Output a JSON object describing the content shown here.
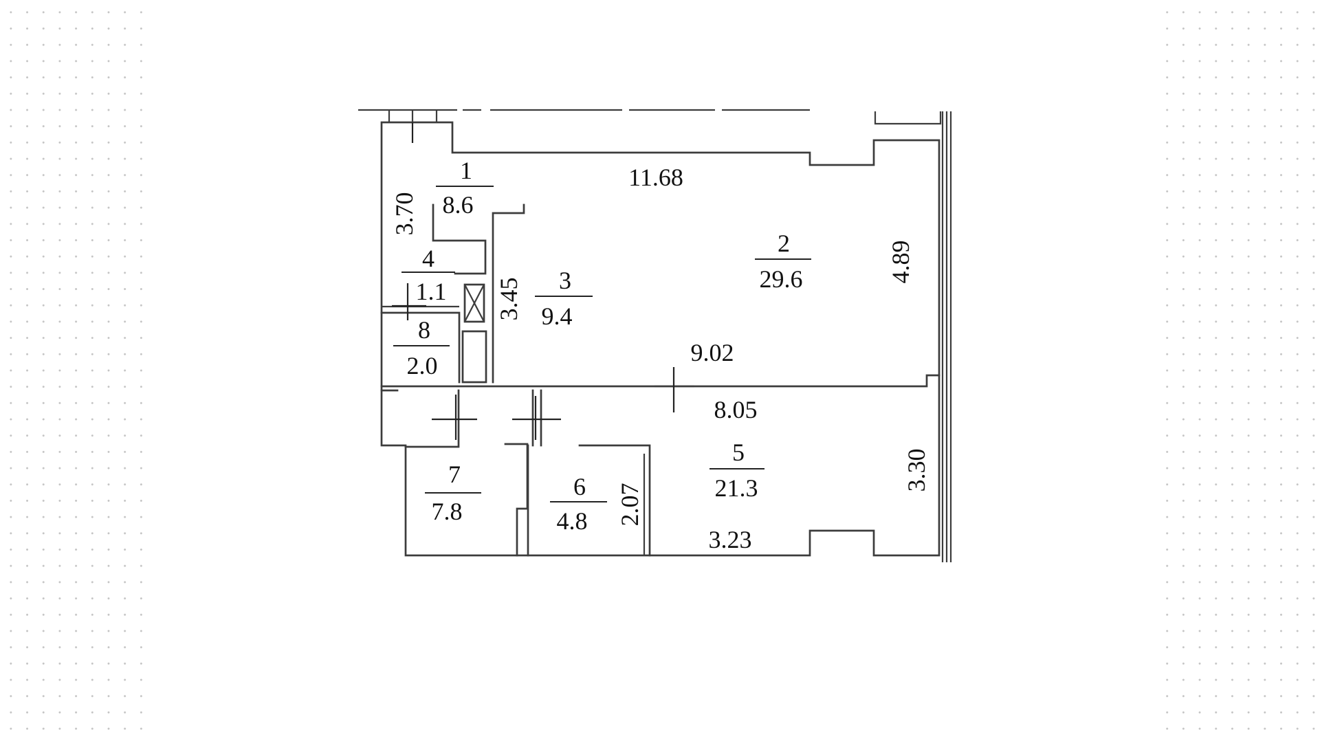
{
  "rooms": [
    {
      "number": "1",
      "area": "8.6"
    },
    {
      "number": "2",
      "area": "29.6"
    },
    {
      "number": "3",
      "area": "9.4"
    },
    {
      "number": "4",
      "area": "1.1"
    },
    {
      "number": "5",
      "area": "21.3"
    },
    {
      "number": "6",
      "area": "4.8"
    },
    {
      "number": "7",
      "area": "7.8"
    },
    {
      "number": "8",
      "area": "2.0"
    }
  ],
  "dimensions": {
    "top_width": "11.68",
    "right_upper": "4.89",
    "left_upper": "3.70",
    "corridor_height": "3.45",
    "mid_upper": "9.02",
    "mid_lower": "8.05",
    "right_lower": "3.30",
    "bath_height": "2.07",
    "bottom_width": "3.23"
  },
  "colors": {
    "wall": "#3c3c3c",
    "text": "#111111",
    "background_dots": "#c4c4c4"
  }
}
